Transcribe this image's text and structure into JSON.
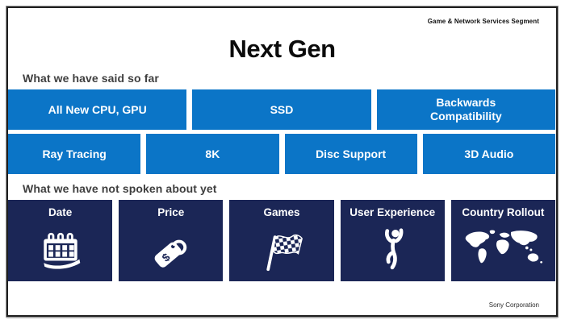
{
  "header": {
    "segment_label": "Game & Network Services Segment",
    "title": "Next Gen"
  },
  "said": {
    "heading": "What we have said so far",
    "row1": [
      "All New CPU, GPU",
      "SSD",
      "Backwards Compatibility"
    ],
    "row2": [
      "Ray Tracing",
      "8K",
      "Disc Support",
      "3D Audio"
    ]
  },
  "not_spoken": {
    "heading": "What we have not spoken about yet",
    "items": [
      {
        "label": "Date",
        "icon": "calendar-icon"
      },
      {
        "label": "Price",
        "icon": "price-tag-icon"
      },
      {
        "label": "Games",
        "icon": "checkered-flag-icon"
      },
      {
        "label": "User Experience",
        "icon": "jumping-person-icon"
      },
      {
        "label": "Country Rollout",
        "icon": "world-map-icon"
      }
    ]
  },
  "footer": {
    "company": "Sony Corporation"
  },
  "colors": {
    "box_blue": "#0B75C7",
    "box_navy": "#1B2656",
    "heading_gray": "#3F3F3F",
    "border_dark": "#1F1F1F",
    "text_white": "#FFFFFF"
  }
}
